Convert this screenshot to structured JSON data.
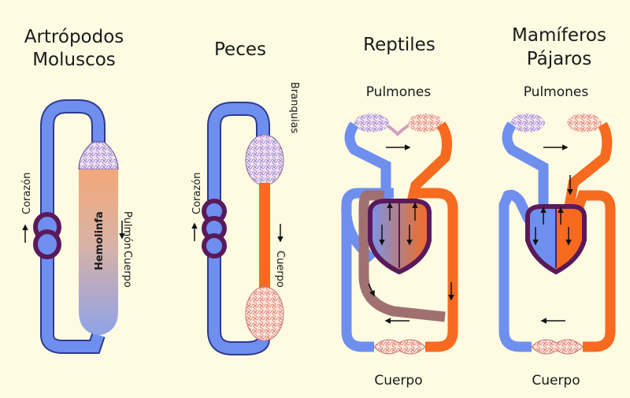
{
  "colors": {
    "background": "#fefbe2",
    "venous_blue": "#6f8fef",
    "arterial_orange": "#f76a1f",
    "vessel_outline": "#2f3a8e",
    "heart_purple": "#5a1a5a",
    "mixed_brown": "#a07070",
    "capillary_pink": "#e8b0b0"
  },
  "panels": [
    {
      "id": "arthropods",
      "title_lines": [
        "Artrópodos",
        "Moluscos"
      ],
      "labels": {
        "heart": "Corazón",
        "lung": "Pulmón",
        "hemolymph": "Hemolinfa",
        "body": "Cuerpo"
      }
    },
    {
      "id": "fish",
      "title_lines": [
        "Peces"
      ],
      "labels": {
        "gills": "Branquias",
        "heart": "Corazón",
        "body": "Cuerpo"
      }
    },
    {
      "id": "reptiles",
      "title_lines": [
        "Reptiles"
      ],
      "labels": {
        "lungs": "Pulmones",
        "body": "Cuerpo"
      }
    },
    {
      "id": "mammals_birds",
      "title_lines": [
        "Mamíferos",
        "Pájaros"
      ],
      "labels": {
        "lungs": "Pulmones",
        "body": "Cuerpo"
      }
    }
  ]
}
